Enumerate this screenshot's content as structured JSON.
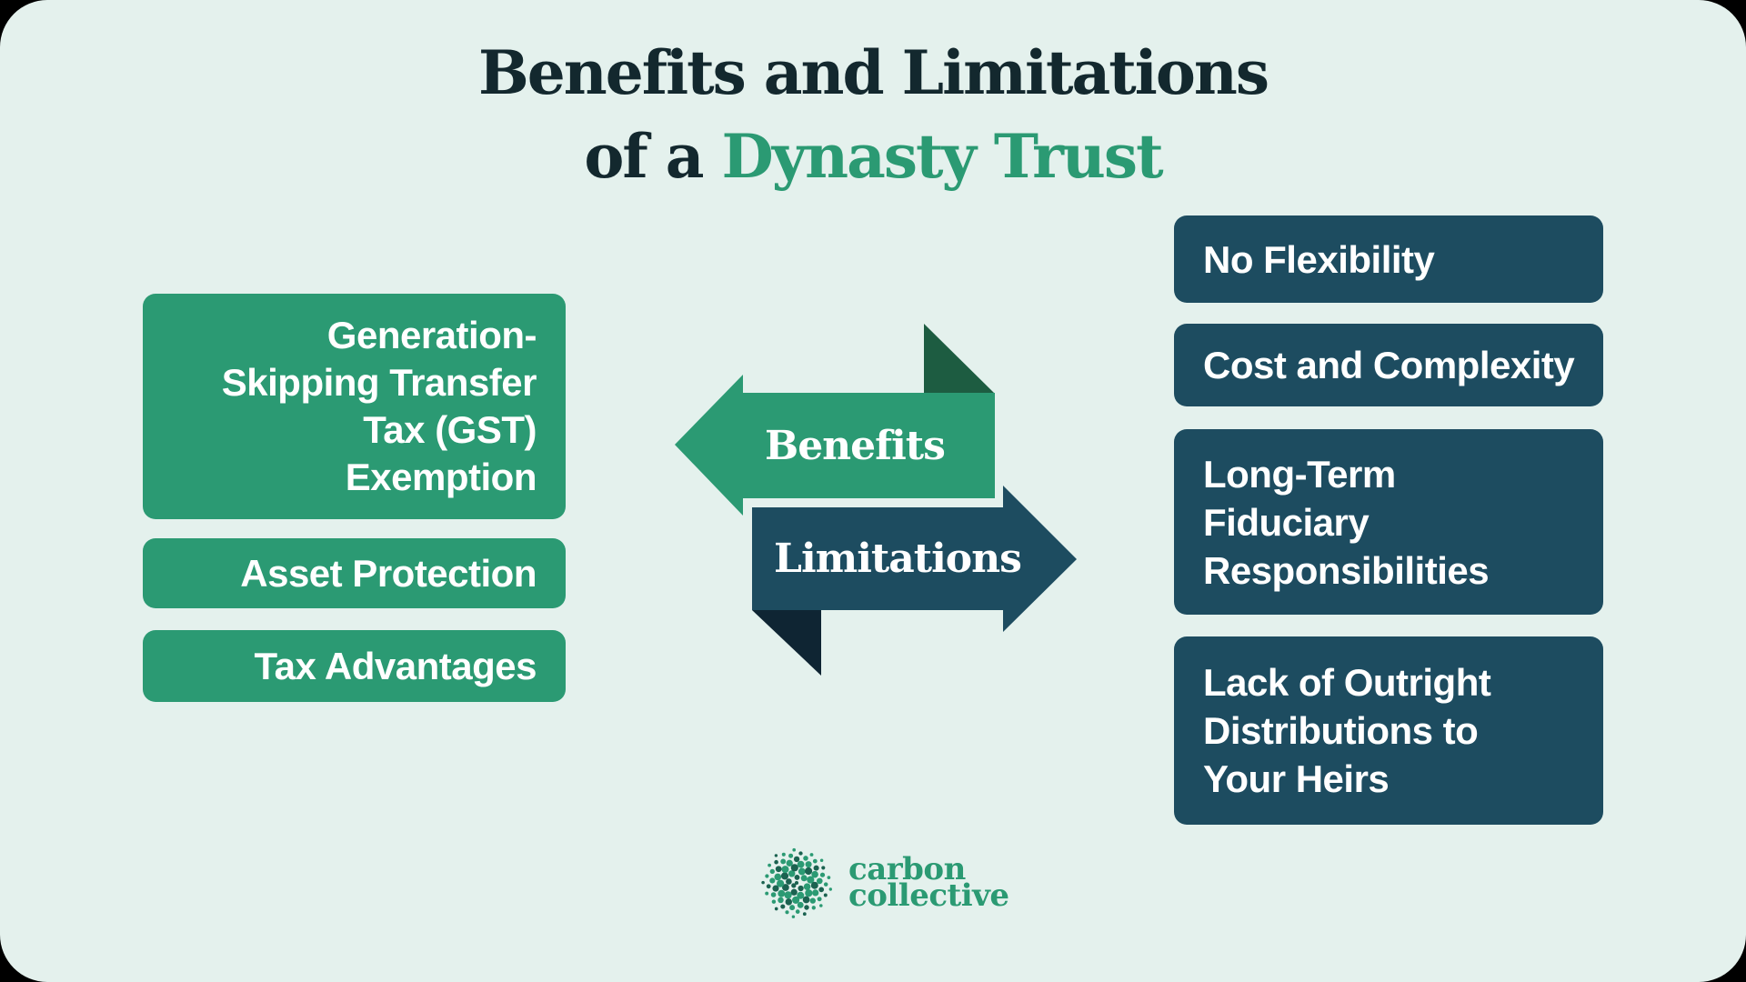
{
  "colors": {
    "background_outside": "#000000",
    "card_bg": "#e4f1ed",
    "green": "#2b9a73",
    "green_fold": "#1d5c41",
    "teal": "#1d4c60",
    "teal_fold": "#0f2533",
    "title_dark": "#13282e",
    "text_white": "#ffffff"
  },
  "title": {
    "line1": "Benefits and Limitations",
    "line2_prefix": "of a ",
    "line2_accent": "Dynasty Trust"
  },
  "arrows": {
    "benefits_label": "Benefits",
    "limitations_label": "Limitations"
  },
  "benefits": [
    {
      "lines": [
        "Generation-",
        "Skipping Transfer",
        "Tax (GST)",
        "Exemption"
      ]
    },
    {
      "lines": [
        "Asset Protection"
      ]
    },
    {
      "lines": [
        "Tax Advantages"
      ]
    }
  ],
  "limitations": [
    {
      "lines": [
        "No Flexibility"
      ]
    },
    {
      "lines": [
        "Cost and Complexity"
      ]
    },
    {
      "lines": [
        "Long-Term",
        "Fiduciary",
        "Responsibilities"
      ]
    },
    {
      "lines": [
        "Lack of Outright",
        "Distributions to",
        "Your Heirs"
      ]
    }
  ],
  "logo": {
    "line1": "carbon",
    "line2": "collective"
  }
}
